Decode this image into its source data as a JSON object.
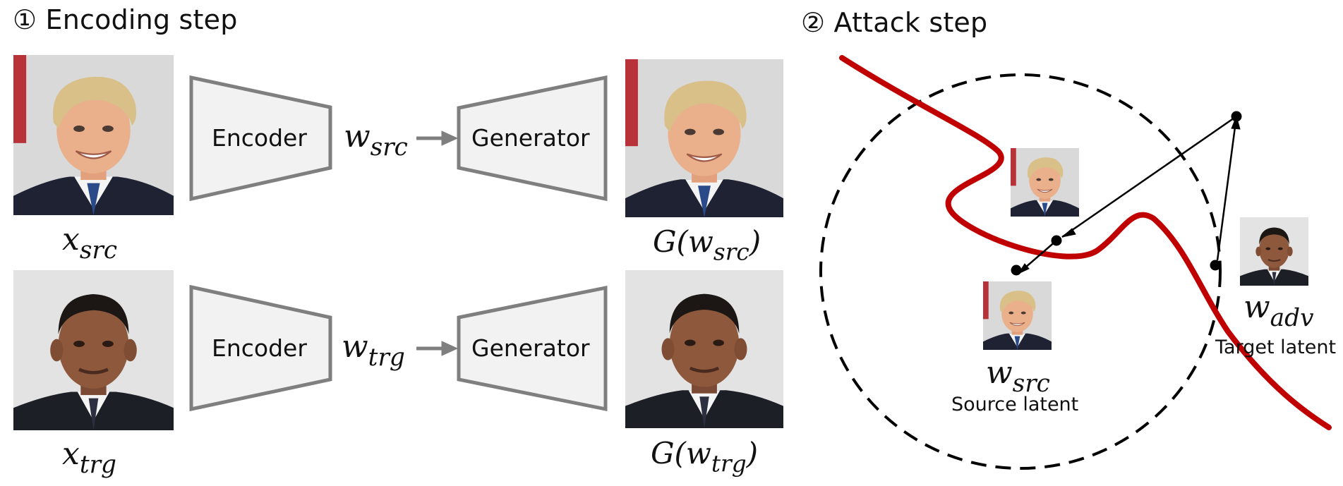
{
  "encoding": {
    "title": "① Encoding step",
    "encoder_label": "Encoder",
    "generator_label": "Generator",
    "labels": {
      "x_src": {
        "base": "x",
        "sub": "src"
      },
      "x_trg": {
        "base": "x",
        "sub": "trg"
      },
      "w_src": {
        "base": "w",
        "sub": "src"
      },
      "w_trg": {
        "base": "w",
        "sub": "trg"
      },
      "g_src": {
        "base": "G(w",
        "sub": "src",
        "tail": ")"
      },
      "g_trg": {
        "base": "G(w",
        "sub": "trg",
        "tail": ")"
      }
    }
  },
  "attack": {
    "title": "② Attack step",
    "w_src": {
      "base": "w",
      "sub": "src"
    },
    "w_adv": {
      "base": "w",
      "sub": "adv"
    },
    "source_caption": "Source latent",
    "target_caption": "Target latent"
  },
  "colors": {
    "boundary": "#c00000",
    "box_fill": "#f2f2f2",
    "box_stroke": "#7f7f7f",
    "arrow": "#7f7f7f"
  },
  "icons": {
    "source_face": "blond-man-portrait",
    "target_face": "dark-haired-man-portrait"
  }
}
